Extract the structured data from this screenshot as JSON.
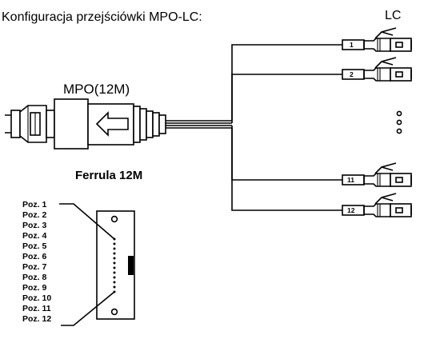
{
  "title": "Konfiguracja przejściówki MPO-LC:",
  "lc_label": "LC",
  "mpo_label": "MPO(12M)",
  "ferrule_label": "Ferrula 12M",
  "lc_connectors": [
    {
      "number": "1"
    },
    {
      "number": "2"
    },
    {
      "number": "11"
    },
    {
      "number": "12"
    }
  ],
  "positions": [
    "Poz. 1",
    "Poz. 2",
    "Poz. 3",
    "Poz. 4",
    "Poz. 5",
    "Poz. 6",
    "Poz. 7",
    "Poz. 8",
    "Poz. 9",
    "Poz. 10",
    "Poz. 11",
    "Poz. 12"
  ]
}
